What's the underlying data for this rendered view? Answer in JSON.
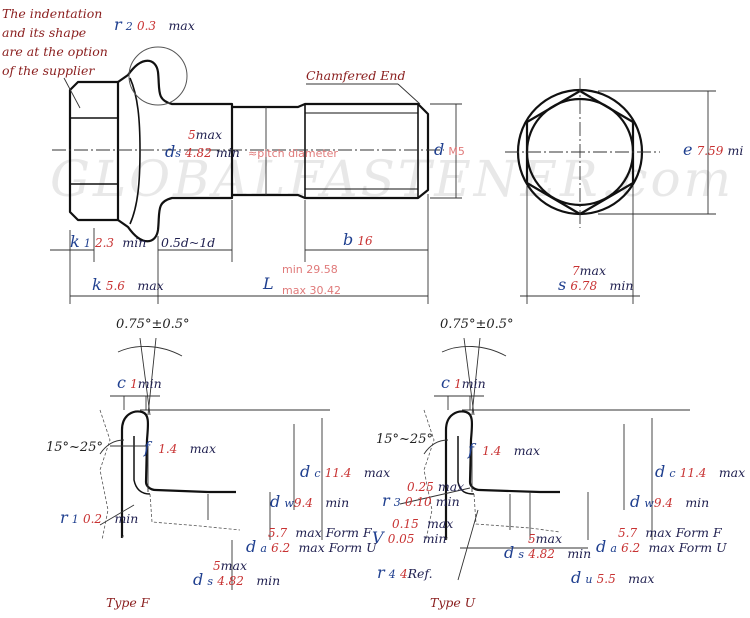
{
  "watermark": "GLOBALFASTENER.com",
  "notes": {
    "indentation": [
      "The indentation",
      "and its shape",
      "are at the option",
      "of the supplier"
    ],
    "chamfered_end": "Chamfered End",
    "type_f": "Type F",
    "type_u": "Type U"
  },
  "symbols": {
    "r": "r",
    "r2_sub": "2",
    "r1_sub": "1",
    "r3_sub": "3",
    "r4_sub": "4",
    "d": "d",
    "ds_sub": "s",
    "da_sub": "a",
    "dw_sub": "w",
    "dc_sub": "c",
    "du_sub": "u",
    "k": "k",
    "k1_sub": "1",
    "b": "b",
    "L": "L",
    "e": "e",
    "s": "s",
    "c": "c",
    "f": "f",
    "V": "V"
  },
  "words": {
    "max": "max",
    "min": "min",
    "max_form_f": "max Form F",
    "max_form_u": "max Form U",
    "ref": "Ref."
  },
  "values": {
    "r2": "0.3",
    "ds_max": "5",
    "ds_min": "4.82",
    "d": "M5",
    "pitch_diameter": "≈pitch diameter",
    "e_min": "7.59",
    "e_unit": "mi",
    "k1_min": "2.3",
    "shank_range": "0.5d~1d",
    "b": "16",
    "s_max": "7",
    "s_min": "6.78",
    "k_max": "5.6",
    "L_min": "min 29.58",
    "L_max": "max 30.42",
    "angle_top": "0.75°±0.5°",
    "angle_side": "15°~25°",
    "c_min": "1",
    "f_max": "1.4",
    "dc_max": "11.4",
    "dw_min": "9.4",
    "r1_min": "0.2",
    "da_max_f": "5.7",
    "da_max_u": "6.2",
    "r3_max": "0.25",
    "r3_min": "0.10",
    "V_max": "0.15",
    "V_min": "0.05",
    "r4_ref": "4",
    "du_max": "5.5"
  }
}
